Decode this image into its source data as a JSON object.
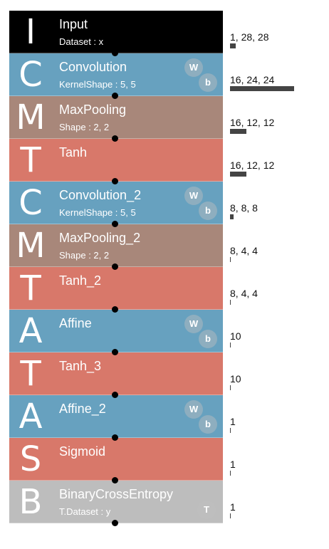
{
  "layers": [
    {
      "letter": "I",
      "title": "Input",
      "param": "Dataset : x",
      "color": "#000000",
      "badges": [],
      "output": "1, 28, 28",
      "output_size": 784
    },
    {
      "letter": "C",
      "title": "Convolution",
      "param": "KernelShape : 5, 5",
      "color": "#67a1bf",
      "badges": [
        "W",
        "b"
      ],
      "output": "16, 24, 24",
      "output_size": 9216
    },
    {
      "letter": "M",
      "title": "MaxPooling",
      "param": "Shape : 2, 2",
      "color": "#a8877a",
      "badges": [],
      "output": "16, 12, 12",
      "output_size": 2304
    },
    {
      "letter": "T",
      "title": "Tanh",
      "param": "",
      "color": "#d8786a",
      "badges": [],
      "output": "16, 12, 12",
      "output_size": 2304
    },
    {
      "letter": "C",
      "title": "Convolution_2",
      "param": "KernelShape : 5, 5",
      "color": "#67a1bf",
      "badges": [
        "W",
        "b"
      ],
      "output": "8, 8, 8",
      "output_size": 512
    },
    {
      "letter": "M",
      "title": "MaxPooling_2",
      "param": "Shape : 2, 2",
      "color": "#a8877a",
      "badges": [],
      "output": "8, 4, 4",
      "output_size": 128
    },
    {
      "letter": "T",
      "title": "Tanh_2",
      "param": "",
      "color": "#d8786a",
      "badges": [],
      "output": "8, 4, 4",
      "output_size": 128
    },
    {
      "letter": "A",
      "title": "Affine",
      "param": "",
      "color": "#67a1bf",
      "badges": [
        "W",
        "b"
      ],
      "output": "10",
      "output_size": 10
    },
    {
      "letter": "T",
      "title": "Tanh_3",
      "param": "",
      "color": "#d8786a",
      "badges": [],
      "output": "10",
      "output_size": 10
    },
    {
      "letter": "A",
      "title": "Affine_2",
      "param": "",
      "color": "#67a1bf",
      "badges": [
        "W",
        "b"
      ],
      "output": "1",
      "output_size": 1
    },
    {
      "letter": "S",
      "title": "Sigmoid",
      "param": "",
      "color": "#d8786a",
      "badges": [],
      "output": "1",
      "output_size": 1
    },
    {
      "letter": "B",
      "title": "BinaryCrossEntropy",
      "param": "T.Dataset : y",
      "color": "#bdbdbd",
      "badges": [
        "T"
      ],
      "output": "1",
      "output_size": 1
    }
  ]
}
